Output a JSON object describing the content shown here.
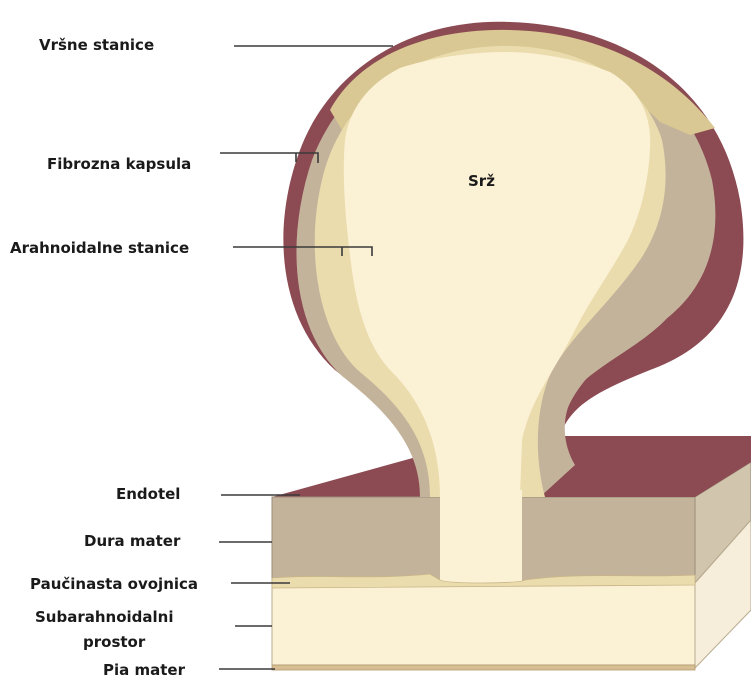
{
  "diagram": {
    "labels": {
      "vrsne_stanice": "Vršne stanice",
      "fibrozna_kapsula": "Fibrozna kapsula",
      "arahnoidalne_stanice": "Arahnoidalne stanice",
      "srz": "Srž",
      "endotel": "Endotel",
      "dura_mater": "Dura mater",
      "paucinasta_ovojnica": "Paučinasta ovojnica",
      "subarahnoidalni_line1": "Subarahnoidalni",
      "subarahnoidalni_line2": "prostor",
      "pia_mater": "Pia mater"
    },
    "colors": {
      "core": "#FBF1D5",
      "arachnoid_cells": "#EBDCAE",
      "cap_cells": "#D9C893",
      "fibrous_capsule": "#C4B39B",
      "endothelium": "#8C4A52",
      "dura_side": "#D2C5AD",
      "subarachnoid_side": "#F6EEDA",
      "pia": "#D8BE93"
    }
  }
}
